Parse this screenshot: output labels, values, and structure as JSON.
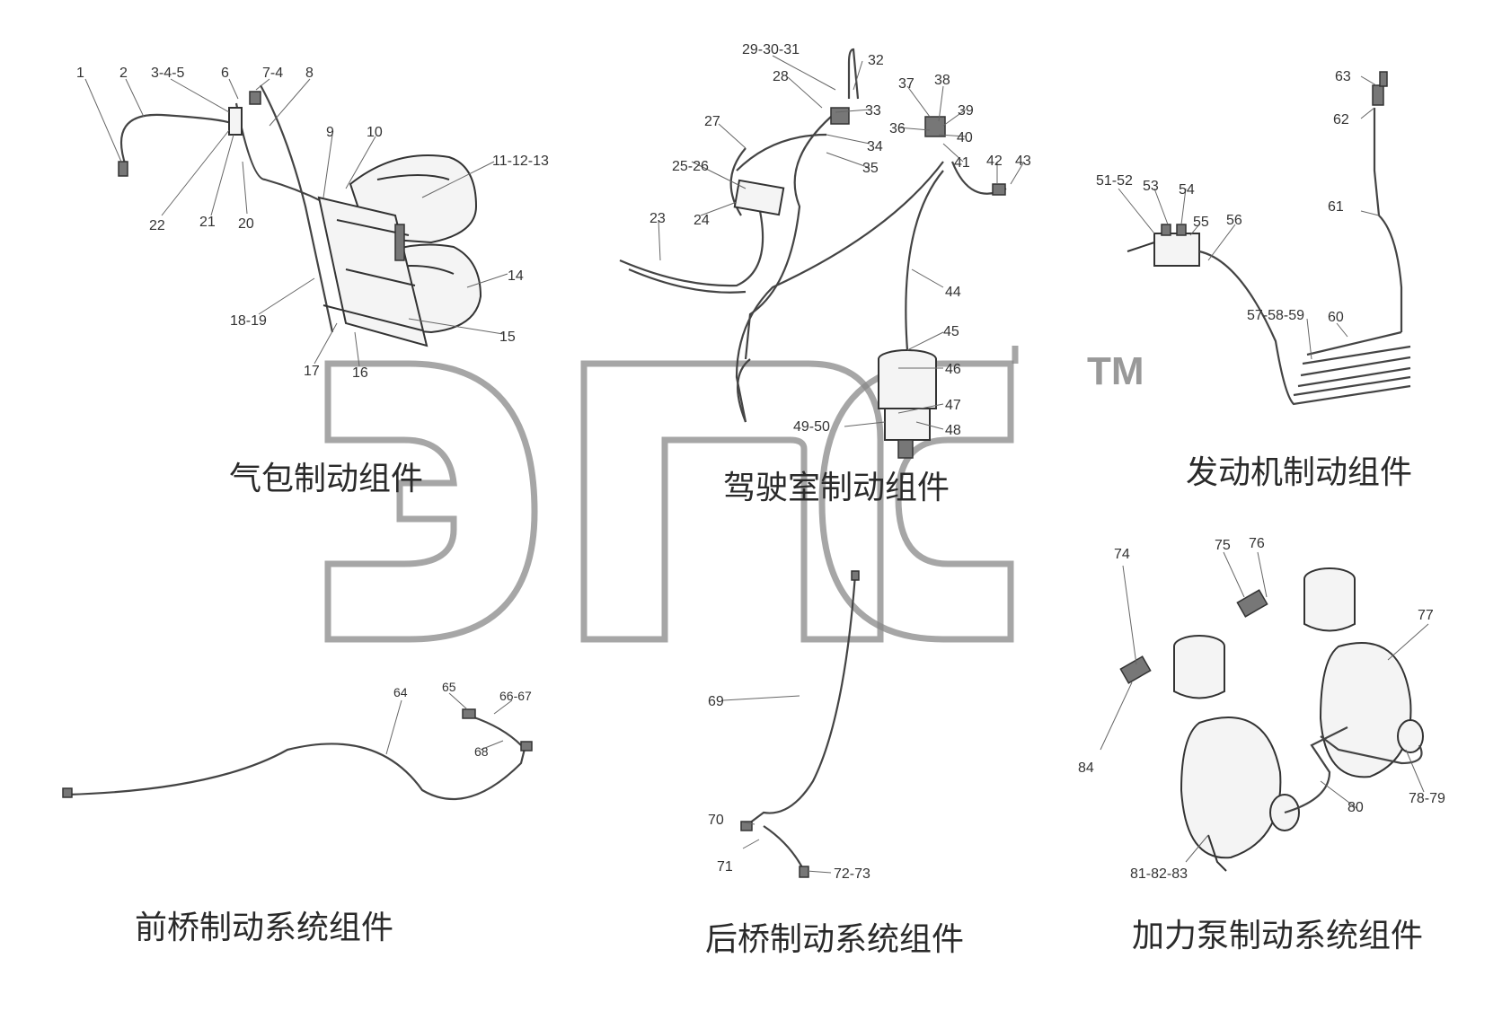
{
  "watermark": {
    "logo_text": "эпс",
    "tm": "TM"
  },
  "groups": [
    {
      "caption": "气包制动组件",
      "labels": [
        "1",
        "2",
        "3-4-5",
        "6",
        "7-4",
        "8",
        "9",
        "10",
        "11-12-13",
        "14",
        "15",
        "16",
        "17",
        "18-19",
        "20",
        "21",
        "22"
      ]
    },
    {
      "caption": "驾驶室制动组件",
      "labels": [
        "23",
        "24",
        "25-26",
        "27",
        "28",
        "29-30-31",
        "32",
        "33",
        "34",
        "35",
        "36",
        "37",
        "38",
        "39",
        "40",
        "41",
        "42",
        "43",
        "44",
        "45",
        "46",
        "47",
        "48",
        "49-50"
      ]
    },
    {
      "caption": "发动机制动组件",
      "labels": [
        "51-52",
        "53",
        "54",
        "55",
        "56",
        "57-58-59",
        "60",
        "61",
        "62",
        "63"
      ]
    },
    {
      "caption": "前桥制动系统组件",
      "labels": [
        "64",
        "65",
        "66-67",
        "68"
      ]
    },
    {
      "caption": "后桥制动系统组件",
      "labels": [
        "69",
        "70",
        "71",
        "72-73"
      ]
    },
    {
      "caption": "加力泵制动系统组件",
      "labels": [
        "74",
        "75",
        "76",
        "77",
        "78-79",
        "80",
        "81-82-83",
        "84"
      ]
    }
  ]
}
